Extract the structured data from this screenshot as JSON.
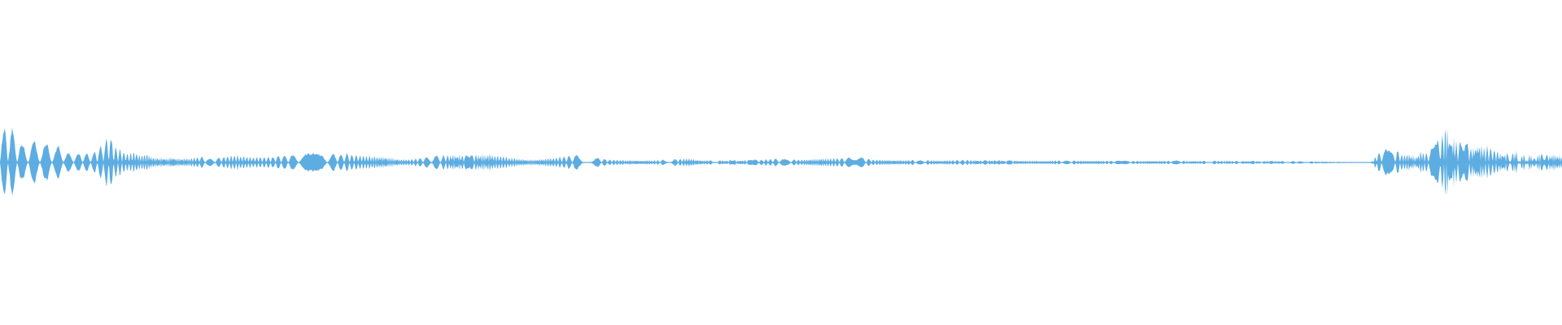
{
  "colors": {
    "background": "#ffffff",
    "waveform": "#5dade2"
  },
  "waveform": {
    "baseline_fraction": 0.5,
    "max_amplitude_fraction": 0.5,
    "envelope": [
      [
        0.0,
        0.27
      ],
      [
        0.002,
        0.2
      ],
      [
        0.004,
        0.31
      ],
      [
        0.006,
        0.19
      ],
      [
        0.008,
        0.24
      ],
      [
        0.011,
        0.17
      ],
      [
        0.014,
        0.13
      ],
      [
        0.018,
        0.08
      ],
      [
        0.022,
        0.16
      ],
      [
        0.026,
        0.1
      ],
      [
        0.03,
        0.14
      ],
      [
        0.034,
        0.09
      ],
      [
        0.038,
        0.12
      ],
      [
        0.042,
        0.07
      ],
      [
        0.046,
        0.05
      ],
      [
        0.05,
        0.06
      ],
      [
        0.054,
        0.07
      ],
      [
        0.058,
        0.05
      ],
      [
        0.062,
        0.09
      ],
      [
        0.066,
        0.13
      ],
      [
        0.07,
        0.21
      ],
      [
        0.074,
        0.1
      ],
      [
        0.078,
        0.09
      ],
      [
        0.082,
        0.06
      ],
      [
        0.086,
        0.08
      ],
      [
        0.09,
        0.05
      ],
      [
        0.094,
        0.07
      ],
      [
        0.098,
        0.04
      ],
      [
        0.1,
        0.035
      ],
      [
        0.11,
        0.035
      ],
      [
        0.12,
        0.03
      ],
      [
        0.13,
        0.04
      ],
      [
        0.14,
        0.035
      ],
      [
        0.15,
        0.05
      ],
      [
        0.16,
        0.04
      ],
      [
        0.17,
        0.035
      ],
      [
        0.18,
        0.045
      ],
      [
        0.19,
        0.055
      ],
      [
        0.2,
        0.06
      ],
      [
        0.21,
        0.055
      ],
      [
        0.22,
        0.06
      ],
      [
        0.23,
        0.05
      ],
      [
        0.24,
        0.045
      ],
      [
        0.25,
        0.035
      ],
      [
        0.26,
        0.02
      ],
      [
        0.27,
        0.03
      ],
      [
        0.28,
        0.045
      ],
      [
        0.29,
        0.06
      ],
      [
        0.3,
        0.05
      ],
      [
        0.31,
        0.06
      ],
      [
        0.32,
        0.05
      ],
      [
        0.33,
        0.03
      ],
      [
        0.34,
        0.02
      ],
      [
        0.35,
        0.03
      ],
      [
        0.36,
        0.04
      ],
      [
        0.37,
        0.05
      ],
      [
        0.38,
        0.035
      ],
      [
        0.39,
        0.02
      ],
      [
        0.4,
        0.018
      ],
      [
        0.42,
        0.015
      ],
      [
        0.44,
        0.03
      ],
      [
        0.45,
        0.018
      ],
      [
        0.47,
        0.015
      ],
      [
        0.49,
        0.02
      ],
      [
        0.5,
        0.03
      ],
      [
        0.51,
        0.02
      ],
      [
        0.53,
        0.03
      ],
      [
        0.55,
        0.035
      ],
      [
        0.56,
        0.02
      ],
      [
        0.58,
        0.018
      ],
      [
        0.6,
        0.016
      ],
      [
        0.62,
        0.018
      ],
      [
        0.64,
        0.016
      ],
      [
        0.66,
        0.012
      ],
      [
        0.68,
        0.014
      ],
      [
        0.7,
        0.013
      ],
      [
        0.72,
        0.012
      ],
      [
        0.74,
        0.012
      ],
      [
        0.76,
        0.012
      ],
      [
        0.78,
        0.012
      ],
      [
        0.8,
        0.011
      ],
      [
        0.82,
        0.01
      ],
      [
        0.84,
        0.008
      ],
      [
        0.86,
        0.004
      ],
      [
        0.878,
        0.003
      ],
      [
        0.882,
        0.06
      ],
      [
        0.886,
        0.1
      ],
      [
        0.89,
        0.07
      ],
      [
        0.894,
        0.09
      ],
      [
        0.898,
        0.05
      ],
      [
        0.902,
        0.06
      ],
      [
        0.906,
        0.04
      ],
      [
        0.91,
        0.08
      ],
      [
        0.914,
        0.06
      ],
      [
        0.918,
        0.12
      ],
      [
        0.922,
        0.16
      ],
      [
        0.926,
        0.26
      ],
      [
        0.93,
        0.17
      ],
      [
        0.934,
        0.13
      ],
      [
        0.938,
        0.16
      ],
      [
        0.942,
        0.11
      ],
      [
        0.946,
        0.14
      ],
      [
        0.95,
        0.1
      ],
      [
        0.954,
        0.12
      ],
      [
        0.958,
        0.09
      ],
      [
        0.962,
        0.07
      ],
      [
        0.966,
        0.06
      ],
      [
        0.97,
        0.08
      ],
      [
        0.974,
        0.05
      ],
      [
        0.978,
        0.06
      ],
      [
        0.982,
        0.04
      ],
      [
        0.986,
        0.06
      ],
      [
        0.99,
        0.05
      ],
      [
        0.995,
        0.06
      ],
      [
        1.0,
        0.04
      ]
    ]
  }
}
